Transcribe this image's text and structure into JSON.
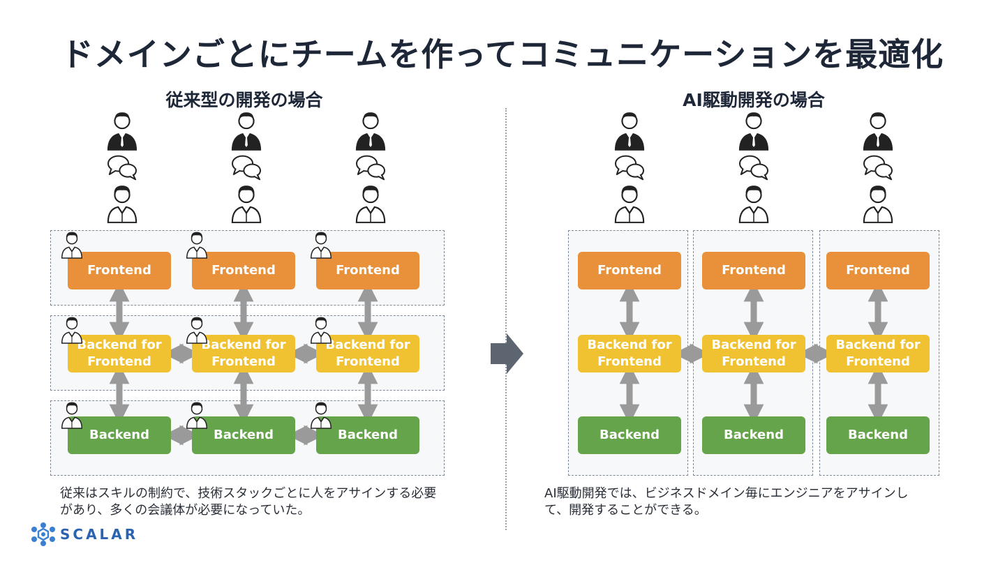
{
  "title": "ドメインごとにチームを作ってコミュニケーションを最適化",
  "left": {
    "heading": "従来型の開発の場合",
    "frontend": [
      "Frontend",
      "Frontend",
      "Frontend"
    ],
    "bff": [
      "Backend for Frontend",
      "Backend for Frontend",
      "Backend for Frontend"
    ],
    "backend": [
      "Backend",
      "Backend",
      "Backend"
    ],
    "note_line1": "従来はスキルの制約で、技術スタックごとに人をアサインする必要",
    "note_line2": "があり、多くの会議体が必要になっていた。"
  },
  "right": {
    "heading": "AI駆動開発の場合",
    "frontend": [
      "Frontend",
      "Frontend",
      "Frontend"
    ],
    "bff": [
      "Backend for Frontend",
      "Backend for Frontend",
      "Backend for Frontend"
    ],
    "backend": [
      "Backend",
      "Backend",
      "Backend"
    ],
    "note_line1": "AI駆動開発では、ビジネスドメイン毎にエンジニアをアサインし",
    "note_line2": "て、開発することができる。"
  },
  "logo": {
    "text": "SCALAR"
  },
  "colors": {
    "frontend": "#e8913a",
    "bff": "#f0c232",
    "backend": "#65a44a",
    "arrow": "#9a9a9a",
    "title": "#1e2738"
  },
  "icons": [
    "businessman-icon",
    "speech-bubbles-icon",
    "engineer-icon",
    "right-arrow-icon",
    "scalar-logo-icon"
  ]
}
